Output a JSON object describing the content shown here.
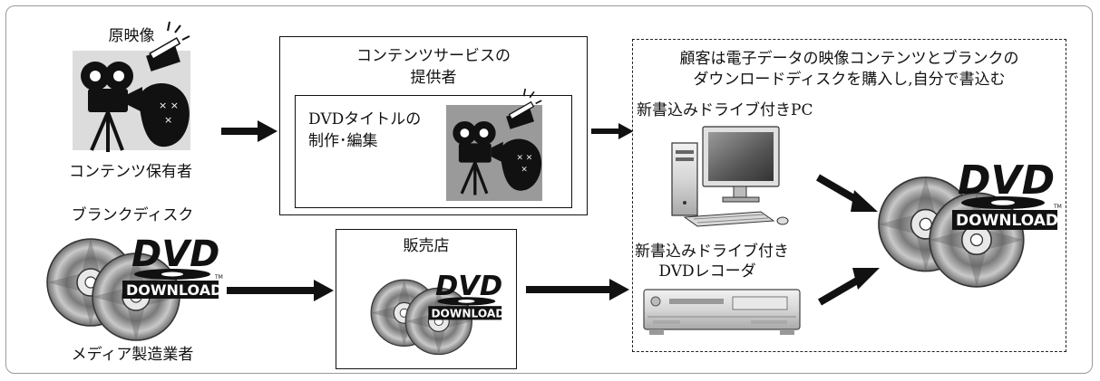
{
  "labels": {
    "original_video": "原映像",
    "content_holder": "コンテンツ保有者",
    "blank_disc": "ブランクディスク",
    "media_maker": "メディア製造業者",
    "service_provider_line1": "コンテンツサービスの",
    "service_provider_line2": "提供者",
    "dvd_title_line1": "DVDタイトルの",
    "dvd_title_line2": "制作･編集",
    "retailer": "販売店",
    "customer_line1": "顧客は電子データの映像コンテンツとブランクの",
    "customer_line2": "ダウンロードディスクを購入し,自分で書込む",
    "pc_drive": "新書込みドライブ付きPC",
    "recorder_line1": "新書込みドライブ付き",
    "recorder_line2": "DVDレコーダ"
  },
  "logo": {
    "mark": "DVD",
    "word": "DOWNLOAD",
    "tm": "TM"
  },
  "icons": [
    "film-camera-icon",
    "dvd-disc-icon",
    "desktop-pc-icon",
    "dvd-recorder-icon",
    "arrow-right-icon"
  ],
  "colors": {
    "ink": "#111111",
    "gray_panel": "#9a9a9a",
    "frame": "#9a9a9a"
  }
}
